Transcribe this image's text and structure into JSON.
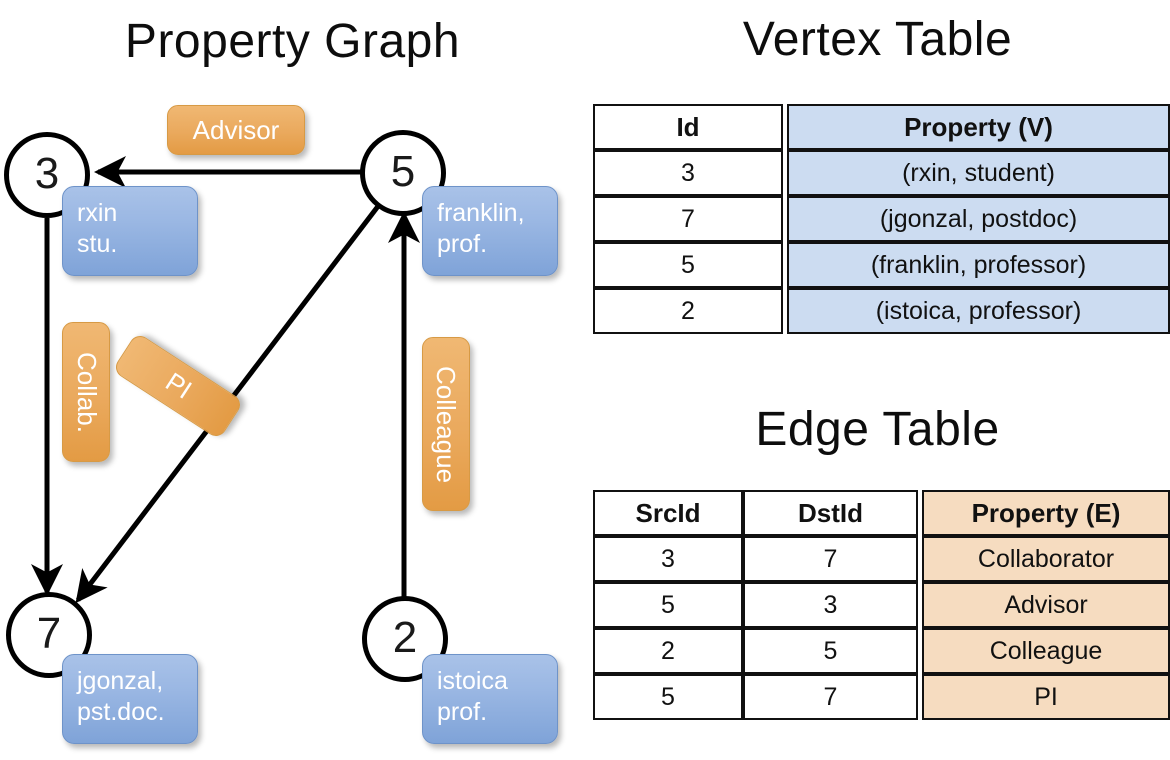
{
  "titles": {
    "property_graph": "Property Graph",
    "vertex_table": "Vertex Table",
    "edge_table": "Edge Table"
  },
  "graph": {
    "nodes": [
      {
        "id": "3",
        "prop_line1": "rxin",
        "prop_line2": "stu."
      },
      {
        "id": "5",
        "prop_line1": "franklin,",
        "prop_line2": "prof."
      },
      {
        "id": "7",
        "prop_line1": "jgonzal,",
        "prop_line2": "pst.doc."
      },
      {
        "id": "2",
        "prop_line1": "istoica",
        "prop_line2": "prof."
      }
    ],
    "edge_labels": [
      {
        "name": "advisor",
        "text": "Advisor"
      },
      {
        "name": "collab",
        "text": "Collab."
      },
      {
        "name": "pi",
        "text": "PI"
      },
      {
        "name": "colleague",
        "text": "Colleague"
      }
    ],
    "colors": {
      "vertex_box": "#9ab7e3",
      "edge_box": "#eaa95d",
      "stroke": "#000000"
    }
  },
  "vertex_table": {
    "headers": [
      "Id",
      "Property (V)"
    ],
    "rows": [
      {
        "id": "3",
        "property": "(rxin, student)"
      },
      {
        "id": "7",
        "property": "(jgonzal, postdoc)"
      },
      {
        "id": "5",
        "property": "(franklin, professor)"
      },
      {
        "id": "2",
        "property": "(istoica, professor)"
      }
    ],
    "header_fill": "#ccdcf1"
  },
  "edge_table": {
    "headers": [
      "SrcId",
      "DstId",
      "Property (E)"
    ],
    "rows": [
      {
        "src": "3",
        "dst": "7",
        "property": "Collaborator"
      },
      {
        "src": "5",
        "dst": "3",
        "property": "Advisor"
      },
      {
        "src": "2",
        "dst": "5",
        "property": "Colleague"
      },
      {
        "src": "5",
        "dst": "7",
        "property": "PI"
      }
    ],
    "header_fill": "#f6dcc0"
  }
}
